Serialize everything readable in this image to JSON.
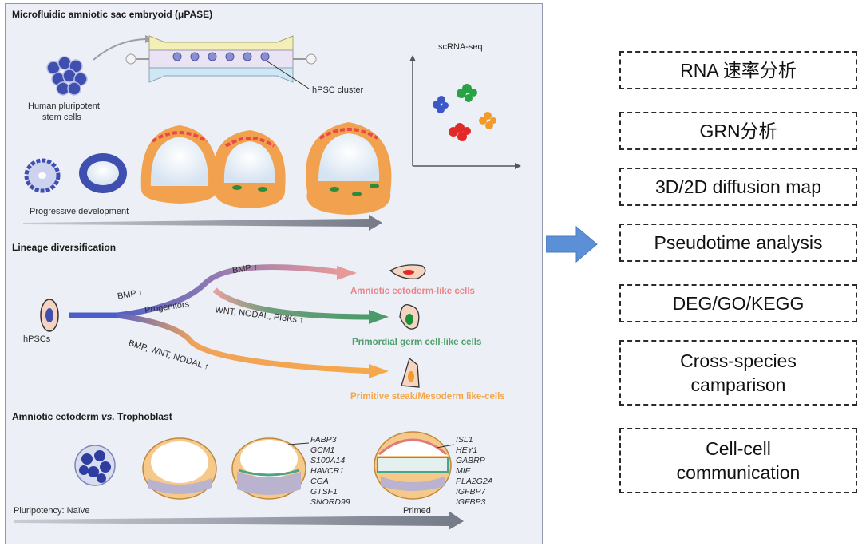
{
  "figure": {
    "section1_title": "Microfluidic amniotic sac embryoid (μPASE)",
    "hpsc_cluster": "hPSC cluster",
    "human_pluripotent": "Human pluripotent",
    "stem_cells": "stem cells",
    "scrna_seq": "scRNA-seq",
    "progressive_development": "Progressive development",
    "section2_title": "Lineage diversification",
    "hpscs": "hPSCs",
    "bmp_up_1": "BMP ↑",
    "progenitors": "Progenitors",
    "bmp_up_2": "BMP ↑",
    "wnt_nodal_pi3ks": "WNT, NODAL, PI3Ks ↑",
    "bmp_wnt_nodal": "BMP, WNT, NODAL ↑",
    "amniotic_ectoderm_cells": "Amniotic ectoderm-like cells",
    "primordial_germ_cells": "Primordial germ cell-like cells",
    "primitive_streak_cells": "Primitive steak/Mesoderm like-cells",
    "section3_title_a": "Amniotic ectoderm",
    "section3_title_vs": " vs. ",
    "section3_title_b": "Trophoblast",
    "genes_left": [
      "FABP3",
      "GCM1",
      "S100A14",
      "HAVCR1",
      "CGA",
      "GTSF1",
      "SNORD99"
    ],
    "genes_right": [
      "ISL1",
      "HEY1",
      "GABRP",
      "MIF",
      "PLA2G2A",
      "IGFBP7",
      "IGFBP3"
    ],
    "pluripotency_naive": "Pluripotency: Naïve",
    "primed": "Primed"
  },
  "analyses": {
    "rna_velocity": "RNA 速率分析",
    "grn": "GRN分析",
    "diffusion_map": "3D/2D diffusion map",
    "pseudotime": "Pseudotime analysis",
    "deg_go_kegg": "DEG/GO/KEGG",
    "cross_species_1": "Cross-species",
    "cross_species_2": "camparison",
    "cell_cell_1": "Cell-cell",
    "cell_cell_2": "communication"
  },
  "colors": {
    "arrow_blue": "#5b8fd6",
    "amniotic": "#e8868a",
    "germ": "#4f9e6c",
    "mesoderm": "#f5a54a",
    "stem_blue": "#3e4fb0"
  }
}
